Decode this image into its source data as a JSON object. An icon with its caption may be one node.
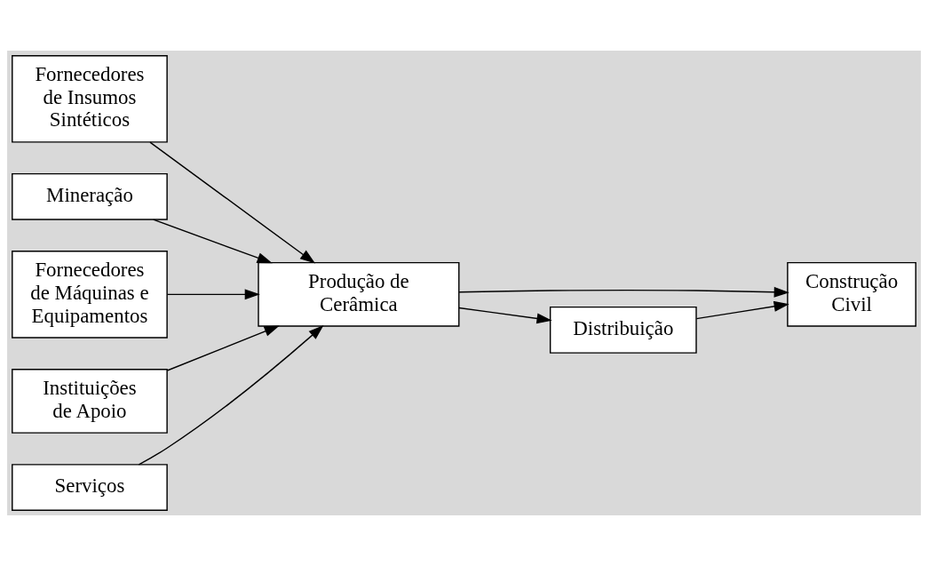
{
  "diagram": {
    "nodes": [
      {
        "text": [
          "Fornecedores de Insumos Sintéticos"
        ]
      },
      {
        "text": [
          "Mineração"
        ]
      },
      {
        "text": [
          "Produção de Cerâmica"
        ]
      },
      {
        "text": [
          "Construção Civil"
        ]
      },
      {
        "text": [
          "Fornecedores de Máquinas e Equipamentos"
        ]
      },
      {
        "text": [
          "Distribuição"
        ]
      },
      {
        "text": [
          "Instituições de Apoio"
        ]
      },
      {
        "text": [
          "Serviços"
        ]
      }
    ],
    "edges": [
      {
        "from": 0,
        "to": 2,
        "arrow": "to"
      },
      {
        "from": 1,
        "to": 2,
        "arrow": "to"
      },
      {
        "from": 4,
        "to": 2,
        "arrow": "to"
      },
      {
        "from": 6,
        "to": 2,
        "arrow": "to"
      },
      {
        "from": 7,
        "to": 2,
        "arrow": "to"
      },
      {
        "from": 2,
        "to": 3,
        "arrow": "to"
      },
      {
        "from": 2,
        "to": 5,
        "arrow": "to"
      },
      {
        "from": 5,
        "to": 3,
        "arrow": "to"
      }
    ]
  }
}
